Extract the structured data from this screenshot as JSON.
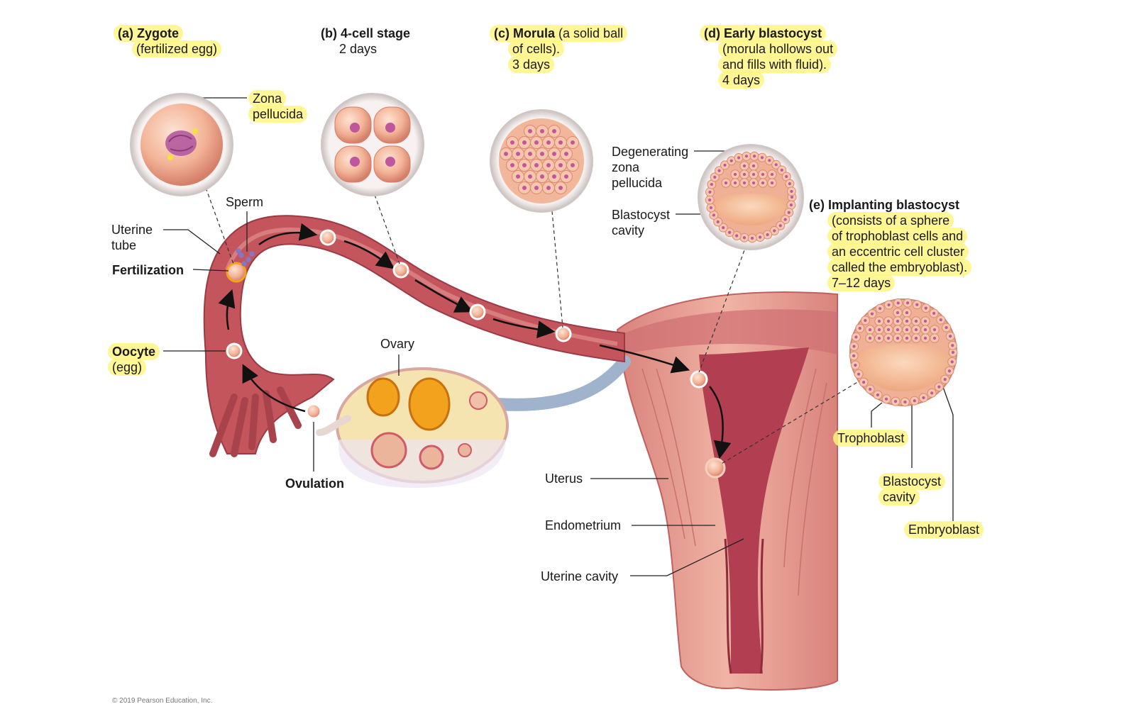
{
  "stages": {
    "a": {
      "letter": "(a)",
      "title": "Zygote",
      "line2": "(fertilized egg)"
    },
    "b": {
      "letter": "(b)",
      "title": "4-cell stage",
      "line2": "2 days"
    },
    "c": {
      "letter": "(c)",
      "title": "Morula",
      "rest": " (a solid ball",
      "line2": "of cells).",
      "line3": "3 days"
    },
    "d": {
      "letter": "(d)",
      "title": "Early blastocyst",
      "line2": "(morula hollows out",
      "line3": "and fills with fluid).",
      "line4": "4 days"
    },
    "e": {
      "letter": "(e)",
      "title": "Implanting blastocyst",
      "line2": "(consists of a sphere",
      "line3": "of trophoblast cells and",
      "line4": "an eccentric cell cluster",
      "line5": "called the embryoblast).",
      "line6": "7–12 days"
    }
  },
  "labels": {
    "zona_pellucida": [
      "Zona",
      "pellucida"
    ],
    "sperm": "Sperm",
    "uterine_tube": [
      "Uterine",
      "tube"
    ],
    "fertilization": "Fertilization",
    "oocyte": "Oocyte",
    "egg": "(egg)",
    "ovary": "Ovary",
    "ovulation": "Ovulation",
    "degenerating_zona": [
      "Degenerating",
      "zona",
      "pellucida"
    ],
    "blastocyst_cavity_d": [
      "Blastocyst",
      "cavity"
    ],
    "uterus": "Uterus",
    "endometrium": "Endometrium",
    "uterine_cavity": "Uterine cavity",
    "trophoblast": "Trophoblast",
    "blastocyst_cavity_e": [
      "Blastocyst",
      "cavity"
    ],
    "embryoblast": "Embryoblast",
    "copyright": "© 2019 Pearson Education, Inc."
  },
  "colors": {
    "tube": "#c4555c",
    "tube_light": "#e08f8d",
    "uterus_wall": "#e9a394",
    "uterine_cavity": "#b13f51",
    "cell": "#f1b193",
    "nucleus": "#c0569c",
    "highlight": "#fff582",
    "ovary": "#f5e3b0",
    "follicle": "#f3a21e"
  }
}
